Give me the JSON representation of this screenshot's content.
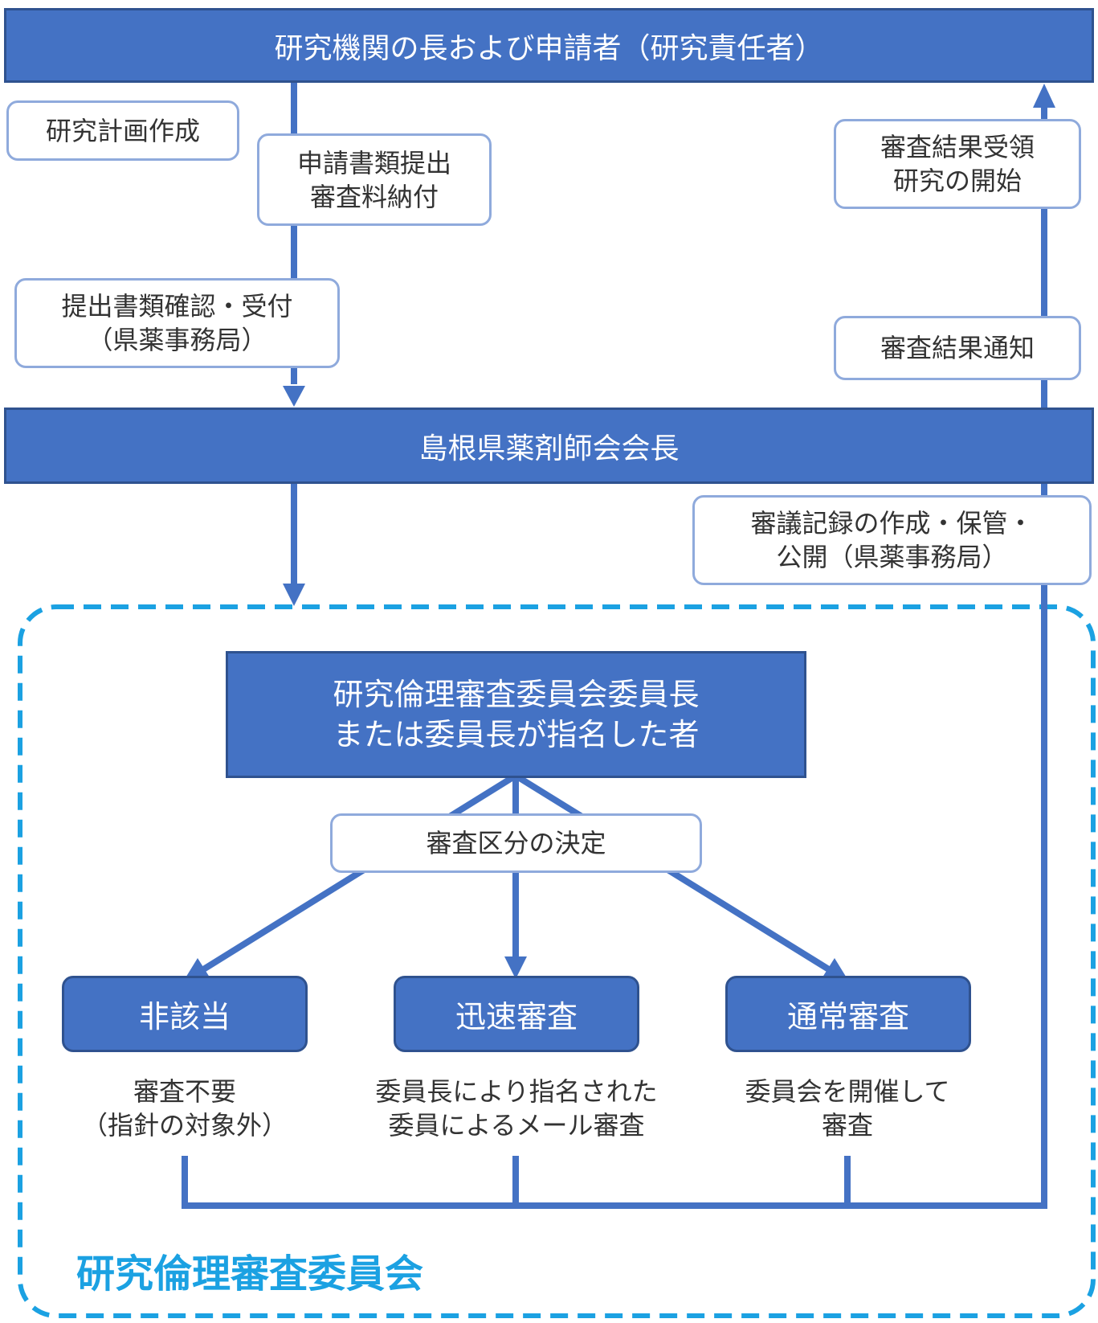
{
  "header": {
    "title": "研究機関の長および申請者（研究責任者）"
  },
  "left_steps": {
    "plan": "研究計画作成",
    "submit": [
      "申請書類提出",
      "審査料納付"
    ],
    "confirm": [
      "提出書類確認・受付",
      "（県薬事務局）"
    ]
  },
  "right_steps": {
    "receive": [
      "審査結果受領",
      "研究の開始"
    ],
    "notify": "審査結果通知",
    "record": [
      "審議記録の作成・保管・",
      "公開（県薬事務局）"
    ]
  },
  "president": {
    "title": "島根県薬剤師会会長"
  },
  "committee": {
    "chair": [
      "研究倫理審査委員会委員長",
      "または委員長が指名した者"
    ],
    "decision": "審査区分の決定",
    "categories": [
      {
        "label": "非該当",
        "desc": [
          "審査不要",
          "（指針の対象外）"
        ]
      },
      {
        "label": "迅速審査",
        "desc": [
          "委員長により指名された",
          "委員によるメール審査"
        ]
      },
      {
        "label": "通常審査",
        "desc": [
          "委員会を開催して",
          "審査"
        ]
      }
    ],
    "title": "研究倫理審査委員会"
  },
  "colors": {
    "primary": "#4472c4",
    "primary_border": "#2f528f",
    "note_border": "#8faadc",
    "committee_accent": "#1ba1e2"
  }
}
